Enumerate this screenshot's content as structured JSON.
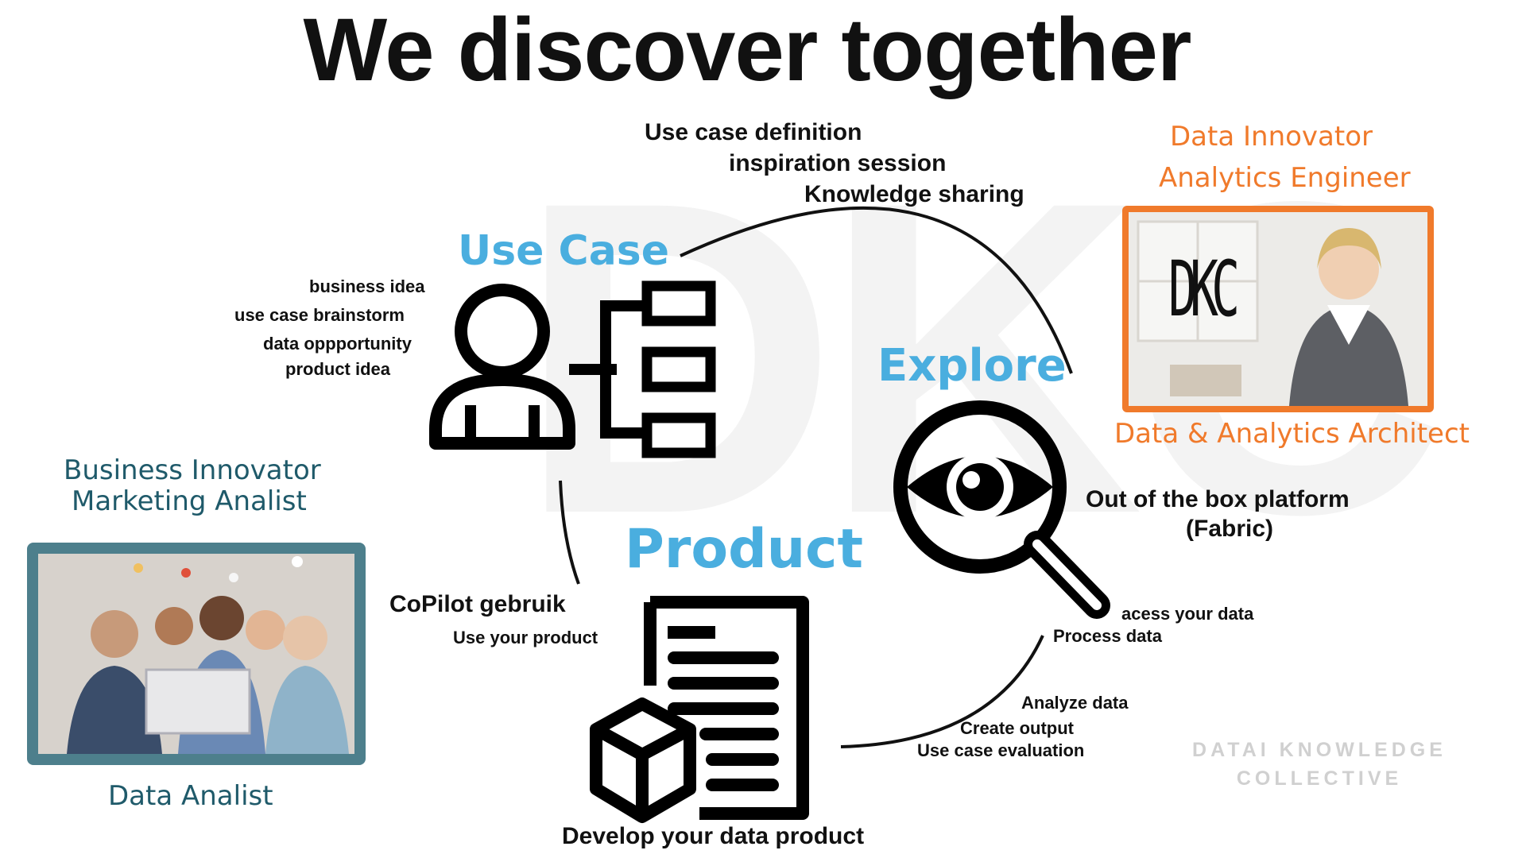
{
  "title": "We discover together",
  "watermark": "DKC",
  "use_case": {
    "heading": "Use Case",
    "top_items": [
      "Use case definition",
      "inspiration session",
      "Knowledge sharing"
    ],
    "left_items": [
      "business idea",
      "use case brainstorm",
      "data  oppportunity",
      "product idea"
    ]
  },
  "explore": {
    "heading": "Explore",
    "platform_line1": "Out of the box platform",
    "platform_line2": "(Fabric)",
    "items": [
      "acess your data",
      "Process data"
    ]
  },
  "product": {
    "heading": "Product",
    "copilot": "CoPilot gebruik",
    "use_product": "Use your product",
    "develop": "Develop your data product",
    "items": [
      "Analyze data",
      "Create output",
      "Use case evaluation"
    ]
  },
  "business_roles": {
    "line1": "Business Innovator",
    "line2": "Marketing Analist",
    "bottom": "Data Analist"
  },
  "data_roles": {
    "line1": "Data Innovator",
    "line2": "Analytics Engineer",
    "bottom": "Data & Analytics Architect",
    "logo_text": "DKC"
  },
  "footer": {
    "line1": "DATAI KNOWLEDGE",
    "line2": "COLLECTIVE"
  },
  "colors": {
    "blue": "#4aaedf",
    "teal": "#1f5a6a",
    "orange": "#f07a2b",
    "frame_teal": "#4d7f8c",
    "frame_orange": "#f07a2b"
  }
}
